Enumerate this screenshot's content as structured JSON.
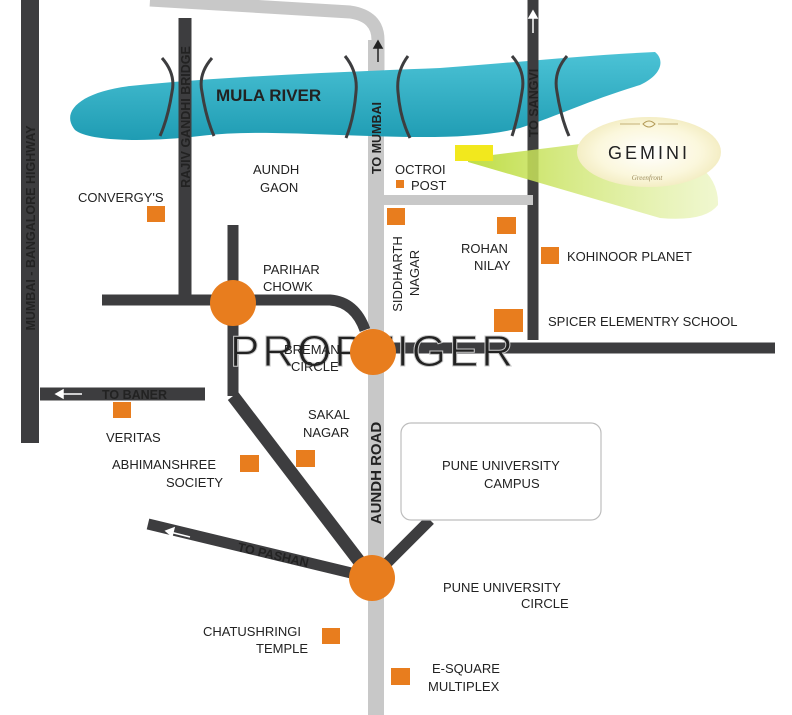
{
  "river": {
    "name": "MULA RIVER"
  },
  "roads": {
    "highway": "MUMBAI - BANGALORE HIGHWAY",
    "rajiv_gandhi_bridge": "RAJIV GANDHI BRIDGE",
    "to_mumbai": "TO MUMBAI",
    "to_sangvi": "TO SANGVI",
    "to_baner": "TO BANER",
    "to_pashan": "TO PASHAN",
    "aundh_road": "AUNDH ROAD"
  },
  "junctions": {
    "parihar_chowk": [
      "PARIHAR",
      "CHOWK"
    ],
    "breman_circle": [
      "BREMAN",
      "CIRCLE"
    ],
    "pune_university_circle": [
      "PUNE UNIVERSITY",
      "CIRCLE"
    ]
  },
  "areas": {
    "aundh_gaon": [
      "AUNDH",
      "GAON"
    ],
    "siddharth_nagar": [
      "SIDDHARTH",
      "NAGAR"
    ],
    "sakal_nagar": [
      "SAKAL",
      "NAGAR"
    ],
    "pune_university_campus": [
      "PUNE UNIVERSITY",
      "CAMPUS"
    ]
  },
  "landmarks": {
    "convergys": "CONVERGY'S",
    "octroi_post": [
      "OCTROI",
      "POST"
    ],
    "rohan_nilay": [
      "ROHAN",
      "NILAY"
    ],
    "kohinoor_planet": "KOHINOOR PLANET",
    "spicer_school": "SPICER ELEMENTRY SCHOOL",
    "veritas": "VERITAS",
    "abhimanshree": [
      "ABHIMANSHREE",
      "SOCIETY"
    ],
    "chatushringi": [
      "CHATUSHRINGI",
      "TEMPLE"
    ],
    "e_square": [
      "E-SQUARE",
      "MULTIPLEX"
    ]
  },
  "project": {
    "logo_name": "GEMINI",
    "logo_sub": "Greenfront"
  },
  "watermark": "PROPTIGER",
  "colors": {
    "road": "#3d3d3f",
    "aundh_road": "#c8c8c8",
    "river": "#2eb3c8",
    "junction": "#e87d1e",
    "landmark": "#e87d1e",
    "project_marker": "#f2e81d",
    "project_beam": "#a8d23a"
  }
}
